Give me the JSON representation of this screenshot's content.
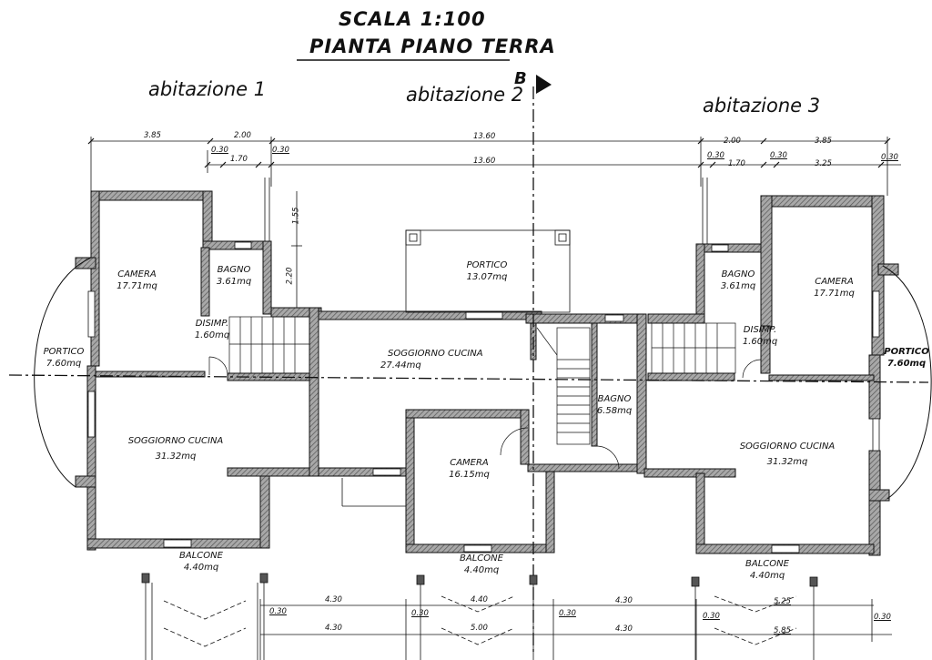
{
  "title": {
    "scale": "SCALA 1:100",
    "plan": "PIANTA PIANO TERRA"
  },
  "section_marker": "B",
  "units": [
    "abitazione 1",
    "abitazione 2",
    "abitazione 3"
  ],
  "rooms": {
    "u1_camera": {
      "name": "CAMERA",
      "area": "17.71mq"
    },
    "u1_bagno": {
      "name": "BAGNO",
      "area": "3.61mq"
    },
    "u1_disimp": {
      "name": "DISIMP.",
      "area": "1.60mq"
    },
    "u1_portico": {
      "name": "PORTICO",
      "area": "7.60mq"
    },
    "u1_soggiorno": {
      "name": "SOGGIORNO CUCINA",
      "area": "31.32mq"
    },
    "u1_balcone": {
      "name": "BALCONE",
      "area": "4.40mq"
    },
    "u2_portico": {
      "name": "PORTICO",
      "area": "13.07mq"
    },
    "u2_soggiorno": {
      "name": "SOGGIORNO CUCINA",
      "area": "27.44mq"
    },
    "u2_bagno": {
      "name": "BAGNO",
      "area": "6.58mq"
    },
    "u2_camera": {
      "name": "CAMERA",
      "area": "16.15mq"
    },
    "u2_balcone": {
      "name": "BALCONE",
      "area": "4.40mq"
    },
    "u3_bagno": {
      "name": "BAGNO",
      "area": "3.61mq"
    },
    "u3_camera": {
      "name": "CAMERA",
      "area": "17.71mq"
    },
    "u3_disimp": {
      "name": "DISIMP.",
      "area": "1.60mq"
    },
    "u3_portico": {
      "name": "PORTICO",
      "area": "7.60mq"
    },
    "u3_soggiorno": {
      "name": "SOGGIORNO CUCINA",
      "area": "31.32mq"
    },
    "u3_balcone": {
      "name": "BALCONE",
      "area": "4.40mq"
    }
  },
  "dimensions": {
    "top1": [
      "3.85",
      "2.00",
      "13.60",
      "2.00",
      "3.85"
    ],
    "top2": [
      "0.30",
      "1.70",
      "0.30",
      "13.60",
      "0.30",
      "1.70",
      "0.30",
      "3.25",
      "0.30"
    ],
    "vertical": [
      "1.55",
      "2.20"
    ],
    "bottom1": [
      "4.30",
      "4.40",
      "4.30",
      "5.25"
    ],
    "bottom2": [
      "0.30",
      "0.30",
      "0.30",
      "0.30",
      "0.30"
    ],
    "bottom3": [
      "4.30",
      "5.00",
      "4.30",
      "5.85"
    ]
  },
  "colors": {
    "ink": "#111111",
    "wall_fill": "#8a8a8a",
    "paper": "#ffffff"
  }
}
